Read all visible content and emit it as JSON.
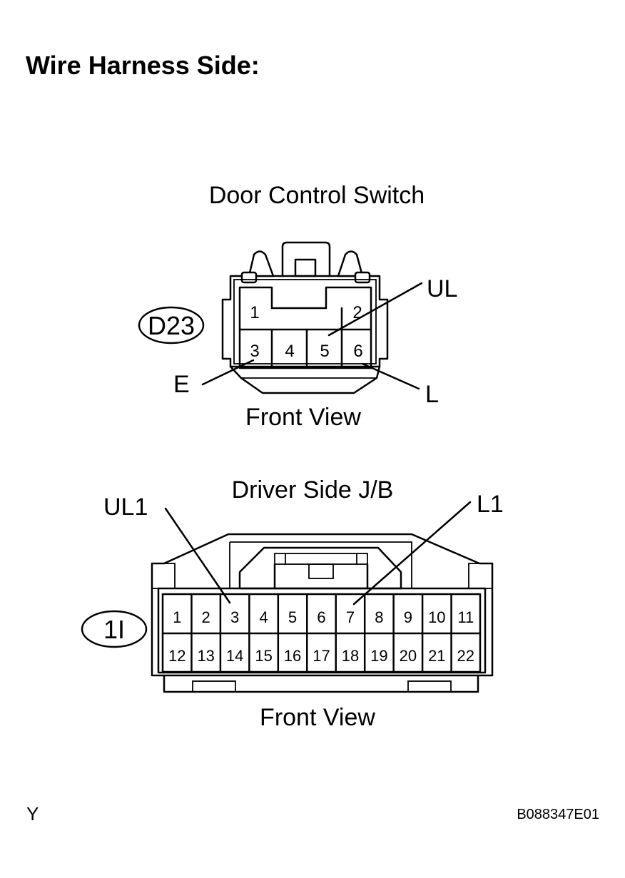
{
  "heading": "Wire Harness Side:",
  "connector_a": {
    "title": "Door Control Switch",
    "code": "D23",
    "view": "Front View",
    "pins": [
      "1",
      "2",
      "3",
      "4",
      "5",
      "6"
    ],
    "callouts": {
      "ul": "UL",
      "l": "L",
      "e": "E"
    }
  },
  "connector_b": {
    "title": "Driver Side J/B",
    "code": "1I",
    "view": "Front View",
    "pins_top": [
      "1",
      "2",
      "3",
      "4",
      "5",
      "6",
      "7",
      "8",
      "9",
      "10",
      "11"
    ],
    "pins_bottom": [
      "12",
      "13",
      "14",
      "15",
      "16",
      "17",
      "18",
      "19",
      "20",
      "21",
      "22"
    ],
    "callouts": {
      "ul1": "UL1",
      "l1": "L1"
    }
  },
  "footer": {
    "left": "Y",
    "right": "B088347E01"
  }
}
